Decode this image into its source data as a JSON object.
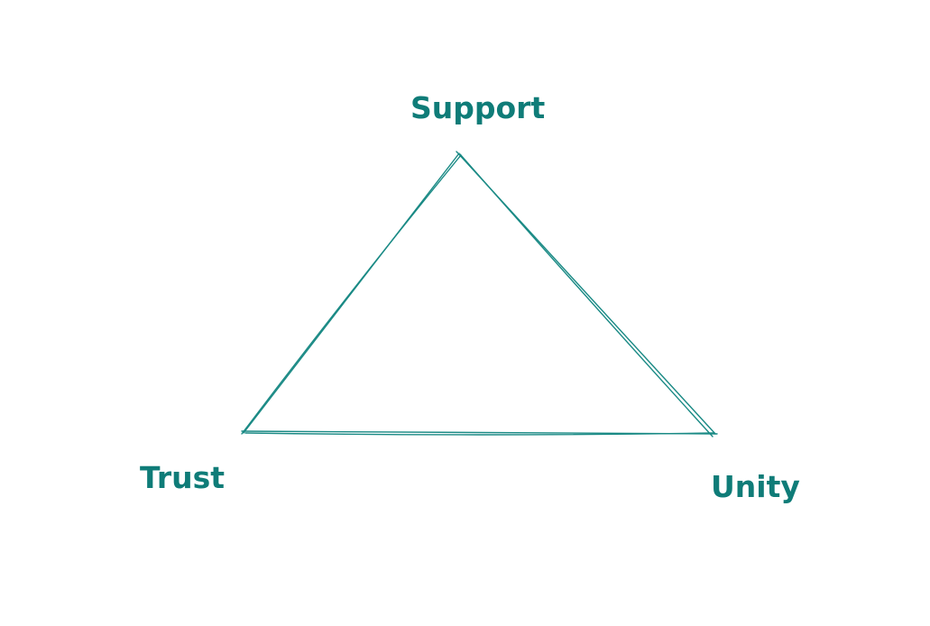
{
  "diagram": {
    "stroke_color": "#1a8a85",
    "text_color": "#0f7c78",
    "labels": {
      "top": "Support",
      "left": "Trust",
      "right": "Unity"
    }
  }
}
